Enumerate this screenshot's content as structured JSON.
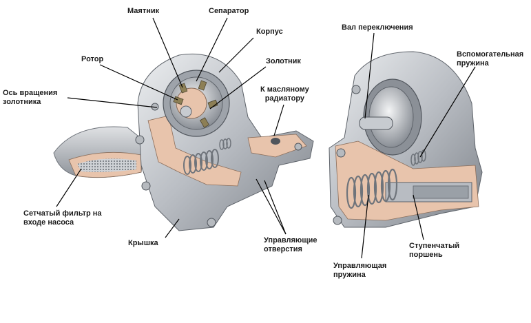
{
  "labels": {
    "pendulum": "Маятник",
    "separator": "Сепаратор",
    "housing": "Корпус",
    "rotor": "Ротор",
    "spool": "Золотник",
    "spool_axis": "Ось вращения\nзолотника",
    "to_oil_cooler": "К масляному\nрадиатору",
    "inlet_filter": "Сетчатый фильтр на\nвходе насоса",
    "cover": "Крышка",
    "control_holes": "Управляющие\nотверстия",
    "shift_shaft": "Вал переключения",
    "aux_spring": "Вспомогательная\nпружина",
    "stepped_piston": "Ступенчатый\nпоршень",
    "control_spring": "Управляющая\nпружина"
  },
  "colors": {
    "metal_light": "#d9dbde",
    "metal_mid": "#aeb2b8",
    "metal_dark": "#6f747b",
    "cut_section": "#e8c4ac",
    "spring": "#c9cdd2",
    "leader": "#000000"
  }
}
